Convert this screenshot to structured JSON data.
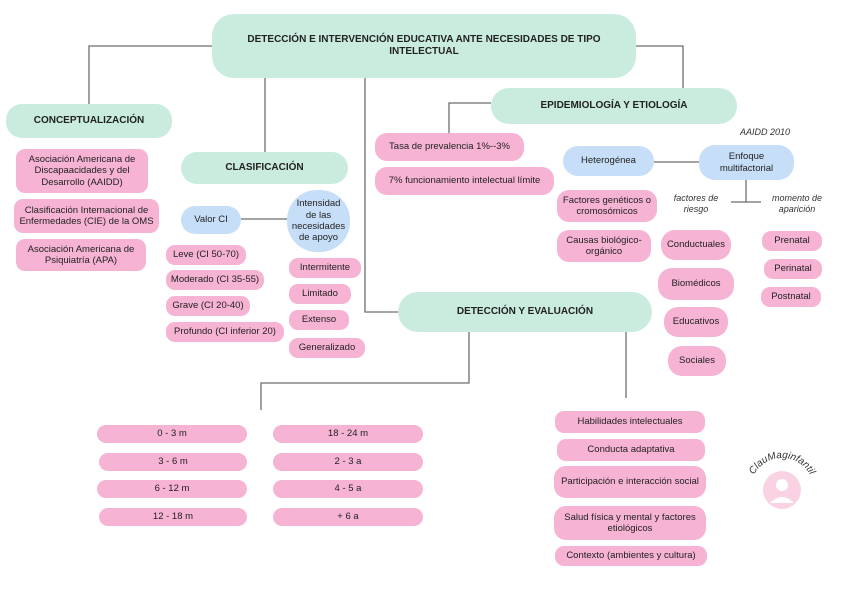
{
  "title": "DETECCIÓN E INTERVENCIÓN EDUCATIVA ANTE NECESIDADES DE TIPO INTELECTUAL",
  "conceptualizacion": {
    "title": "CONCEPTUALIZACIÓN",
    "items": [
      "Asociación Americana de Discapaacidades y del Desarrollo (AAIDD)",
      "Clasificación Internacional de Enfermedades (CIE) de la OMS",
      "Asociación Americana de Psiquiatría (APA)"
    ]
  },
  "clasificacion": {
    "title": "CLASIFICACIÓN",
    "valor_ci": "Valor CI",
    "intensidad": "Intensidad de las necesidades de apoyo",
    "ci_levels": [
      "Leve (CI 50-70)",
      "Moderado (CI 35-55)",
      "Grave (CI 20-40)",
      "Profundo (CI inferior 20)"
    ],
    "support_levels": [
      "Intermitente",
      "Limitado",
      "Extenso",
      "Generalizado"
    ]
  },
  "epidemiologia": {
    "title": "EPIDEMIOLOGÍA Y ETIOLOGÍA",
    "tasa": "Tasa de prevalencia 1%--3%",
    "funcionamiento": "7% funcionamiento intelectual límite",
    "heterogenea": "Heterogénea",
    "enfoque": "Enfoque multifactorial",
    "aaidd": "AAIDD 2010",
    "factores_geneticos": "Factores genéticos o cromosómicos",
    "causas": "Causas biológico-orgánico",
    "factores_riesgo": "factores de riesgo",
    "momento_aparicion": "momento de aparición",
    "riesgo": [
      "Conductuales",
      "Biomédicos",
      "Educativos",
      "Sociales"
    ],
    "momento": [
      "Prenatal",
      "Perinatal",
      "Postnatal"
    ]
  },
  "deteccion": {
    "title": "DETECCIÓN Y EVALUACIÓN",
    "ages_left": [
      "0 - 3 m",
      "3 - 6 m",
      "6 - 12 m",
      "12 - 18 m"
    ],
    "ages_right": [
      "18 - 24 m",
      "2 - 3 a",
      "4 - 5 a",
      "+ 6 a"
    ],
    "dimensions": [
      "Habilidades intelectuales",
      "Conducta adaptativa",
      "Participación e interacción social",
      "Salud física y mental y factores etiológicos",
      "Contexto (ambientes y cultura)"
    ]
  },
  "logo_text": "ClauMaginfantil",
  "colors": {
    "main_green": "#c9ecdf",
    "pink": "#f6b3d4",
    "blue": "#c7def8",
    "line": "#6e6e6e"
  }
}
